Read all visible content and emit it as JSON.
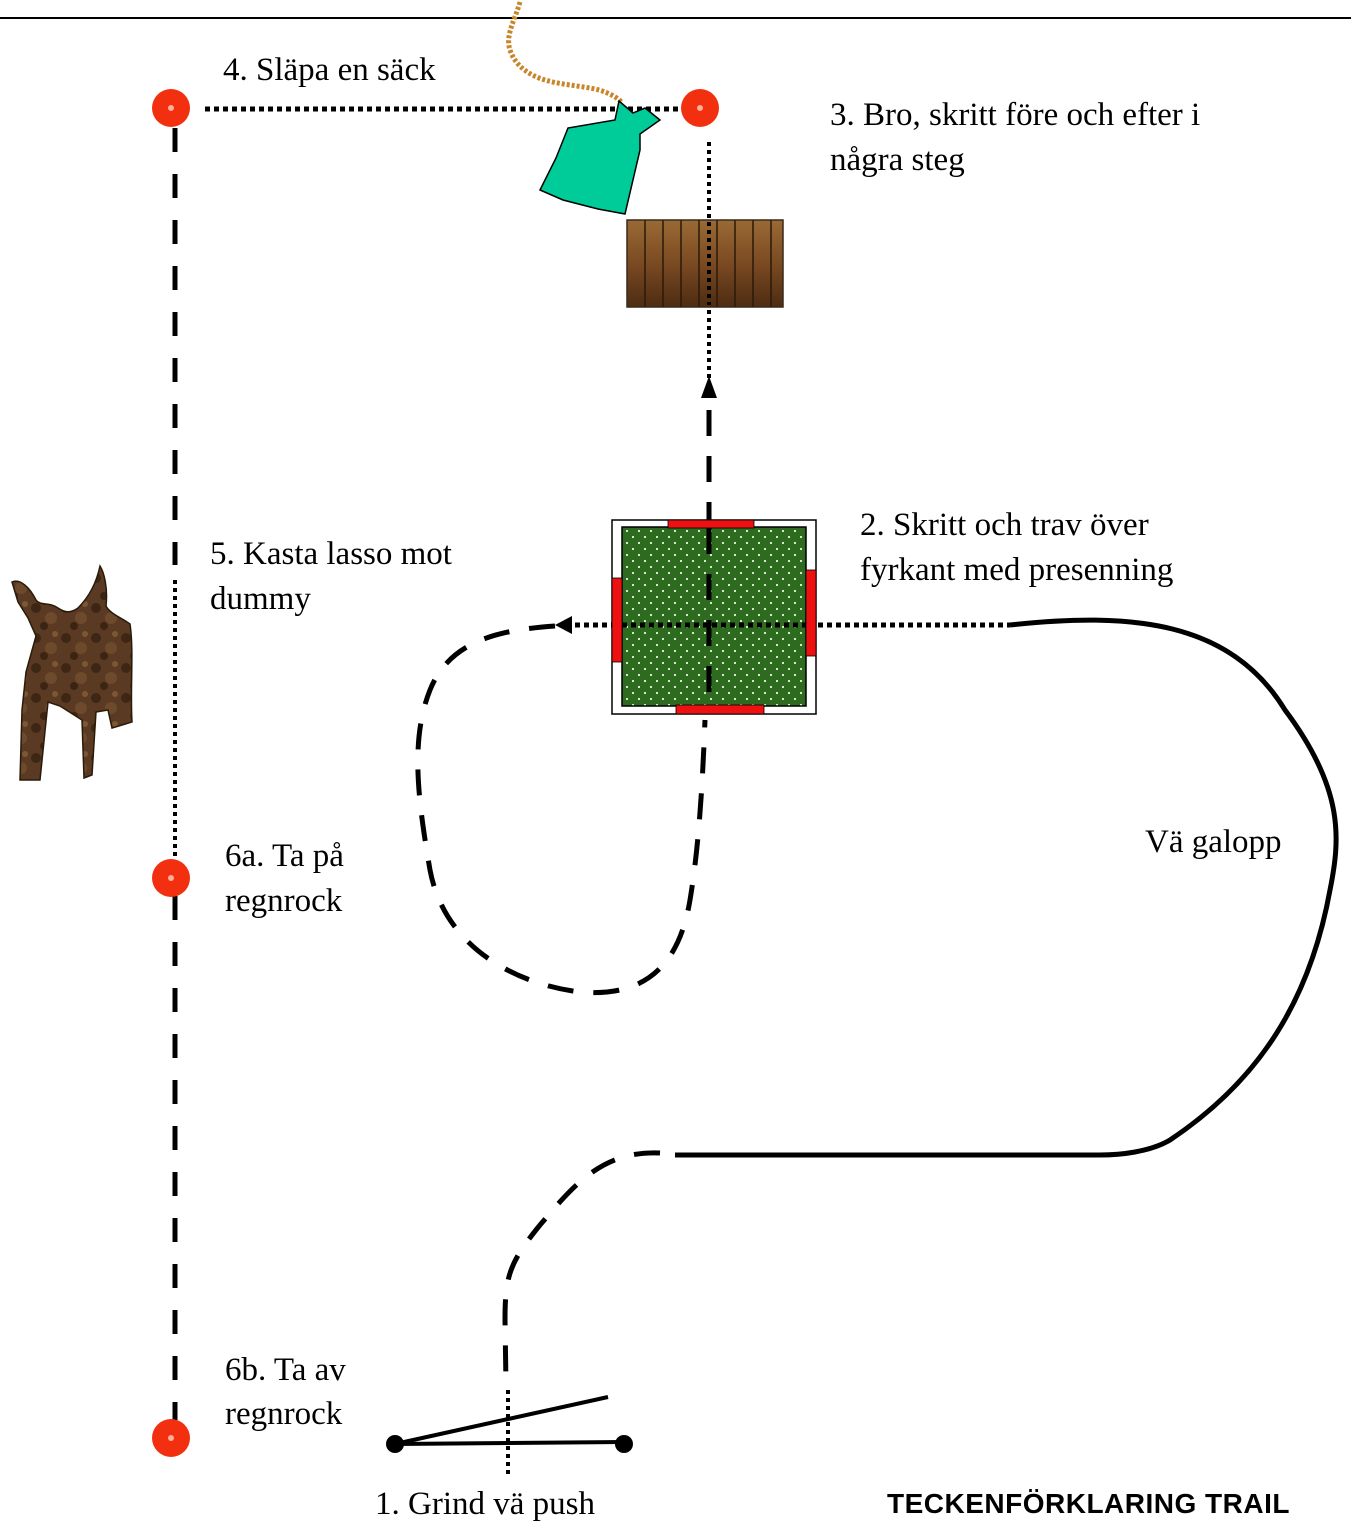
{
  "labels": {
    "station1": "1. Grind vä push",
    "station2_line1": "2. Skritt och trav över",
    "station2_line2": "fyrkant med presenning",
    "station3_line1": "3. Bro, skritt före och efter i",
    "station3_line2": "några steg",
    "station4": "4. Släpa en säck",
    "station5_line1": "5. Kasta lasso mot",
    "station5_line2": "dummy",
    "station6a_line1": "6a. Ta på",
    "station6a_line2": "regnrock",
    "station6b_line1": "6b. Ta av",
    "station6b_line2": "regnrock",
    "canter": "Vä galopp"
  },
  "legend_title": "TECKENFÖRKLARING TRAIL",
  "colors": {
    "cone": "#f2300f",
    "cone_center": "#ffb199",
    "tarp": "#2d6b1f",
    "tarp_rail": "#ee1111",
    "bridge": "#7a4a22",
    "sack": "#00cc99",
    "rope": "#c8862a",
    "dummy": "#5a3a22",
    "path": "#000000"
  },
  "icons": [
    "cone-marker",
    "tarp-square",
    "bridge",
    "sack",
    "dummy",
    "gate"
  ]
}
